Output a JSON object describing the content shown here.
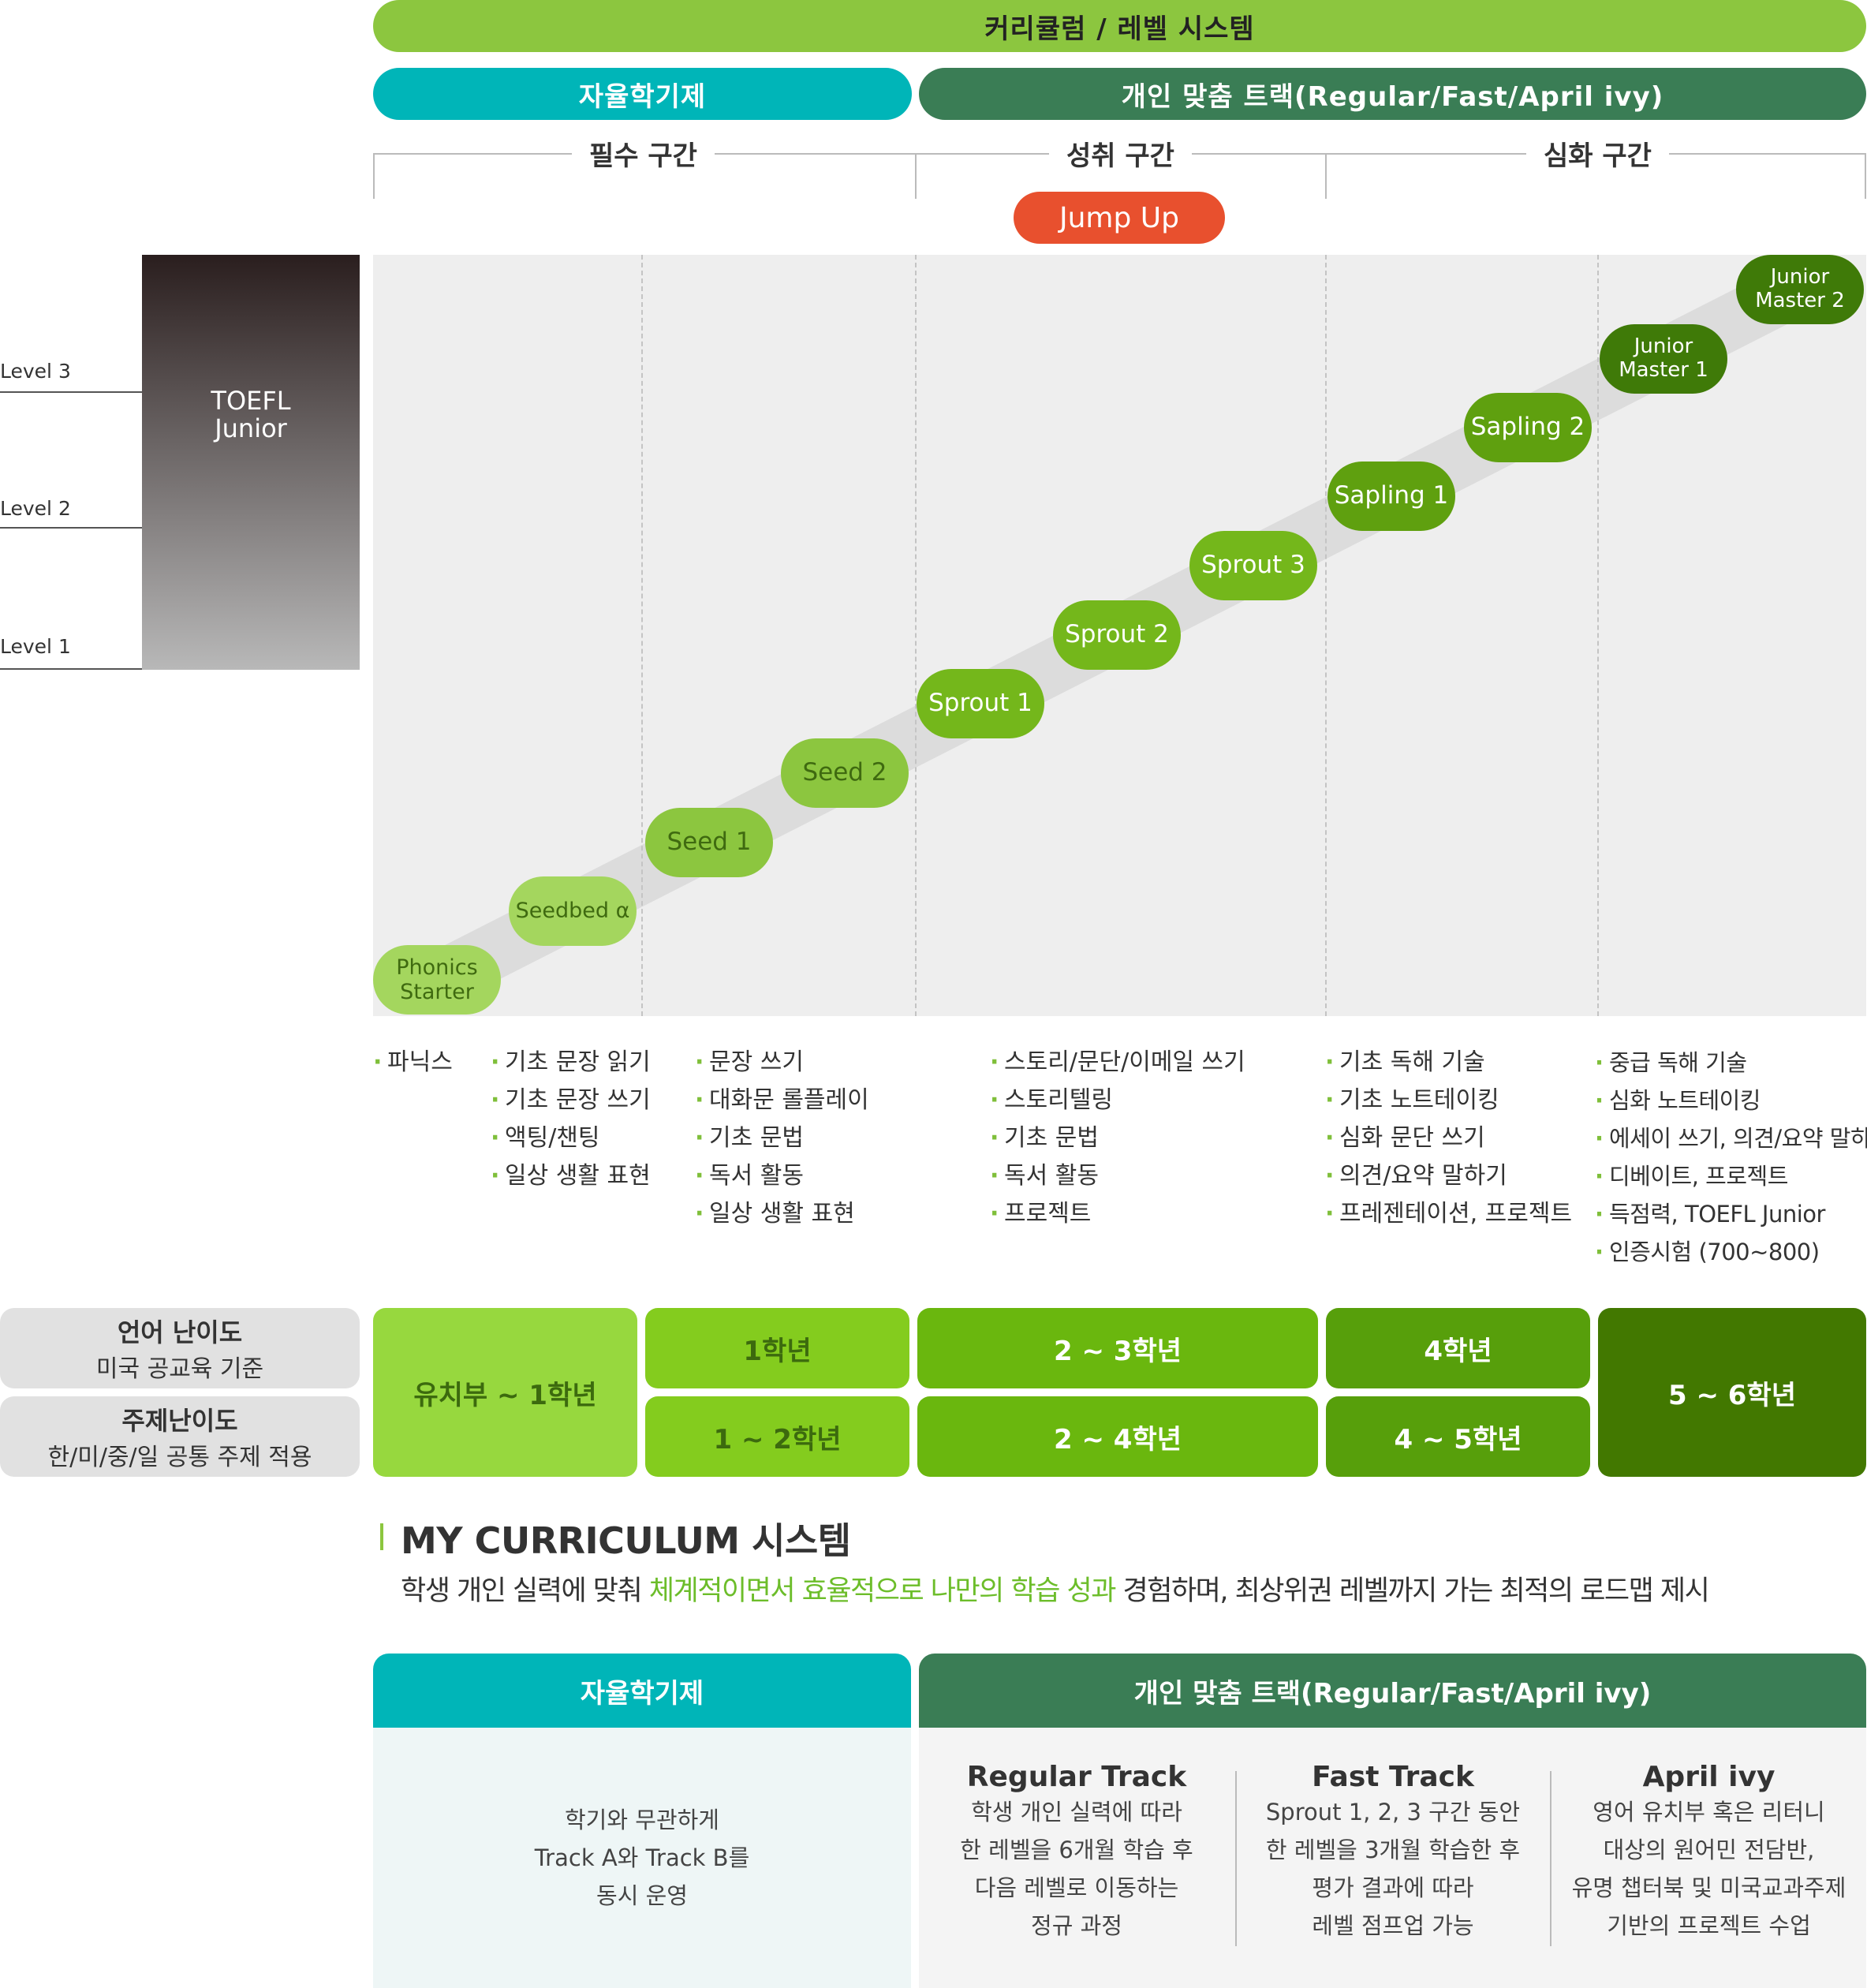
{
  "header": {
    "title": "커리큘럼 / 레벨 시스템",
    "self_paced": "자율학기제",
    "custom_track": "개인 맞춤 트랙(Regular/Fast/April ivy)"
  },
  "sections": {
    "required": "필수 구간",
    "achievement": "성취 구간",
    "advanced": "심화 구간",
    "jump_up": "Jump Up"
  },
  "toefl": {
    "label_line1": "TOEFL",
    "label_line2": "Junior",
    "levels": [
      "Level 3",
      "Level 2",
      "Level 1"
    ]
  },
  "stages": [
    {
      "line1": "Phonics",
      "line2": "Starter"
    },
    {
      "line1": "Seedbed α",
      "line2": ""
    },
    {
      "line1": "Seed 1",
      "line2": ""
    },
    {
      "line1": "Seed 2",
      "line2": ""
    },
    {
      "line1": "Sprout 1",
      "line2": ""
    },
    {
      "line1": "Sprout 2",
      "line2": ""
    },
    {
      "line1": "Sprout 3",
      "line2": ""
    },
    {
      "line1": "Sapling 1",
      "line2": ""
    },
    {
      "line1": "Sapling 2",
      "line2": ""
    },
    {
      "line1": "Junior",
      "line2": "Master 1"
    },
    {
      "line1": "Junior",
      "line2": "Master 2"
    }
  ],
  "skills": {
    "col1": [
      "파닉스"
    ],
    "col2": [
      "기초 문장 읽기",
      "기초 문장 쓰기",
      "액팅/챈팅",
      "일상 생활 표현"
    ],
    "col3": [
      "문장 쓰기",
      "대화문 롤플레이",
      "기초 문법",
      "독서 활동",
      "일상 생활 표현"
    ],
    "col4": [
      "스토리/문단/이메일 쓰기",
      "스토리텔링",
      "기초 문법",
      "독서 활동",
      "프로젝트"
    ],
    "col5": [
      "기초 독해 기술",
      "기초 노트테이킹",
      "심화 문단 쓰기",
      "의견/요약 말하기",
      "프레젠테이션, 프로젝트"
    ],
    "col6": [
      "중급 독해 기술",
      "심화 노트테이킹",
      "에세이 쓰기, 의견/요약 말하기",
      "디베이트, 프로젝트",
      "득점력, TOEFL Junior",
      "인증시험 (700~800)"
    ]
  },
  "difficulty": {
    "language_title": "언어 난이도",
    "language_sub": "미국 공교육 기준",
    "topic_title": "주제난이도",
    "topic_sub": "한/미/중/일 공통 주제 적용",
    "kinder": "유치부 ~ 1학년",
    "lang_row": [
      "1학년",
      "2 ~ 3학년",
      "4학년"
    ],
    "topic_row": [
      "1 ~ 2학년",
      "2 ~ 4학년",
      "4 ~ 5학년"
    ],
    "final": "5 ~ 6학년"
  },
  "my_curriculum": {
    "title": "MY CURRICULUM 시스템",
    "desc_before": "학생 개인 실력에 맞춰 ",
    "desc_highlight": "체계적이면서 효율적으로 나만의 학습 성과",
    "desc_after": " 경험하며, 최상위권 레벨까지 가는 최적의 로드맵 제시"
  },
  "tracks": {
    "self_paced_head": "자율학기제",
    "self_paced_desc": [
      "학기와 무관하게",
      "Track A와 Track B를",
      "동시 운영"
    ],
    "custom_head": "개인 맞춤 트랙(Regular/Fast/April ivy)",
    "regular_title": "Regular Track",
    "regular_desc": [
      "학생 개인 실력에 따라",
      "한 레벨을 6개월 학습 후",
      "다음 레벨로 이동하는",
      "정규 과정"
    ],
    "fast_title": "Fast Track",
    "fast_desc": [
      "Sprout 1, 2, 3 구간 동안",
      "한 레벨을 3개월 학습한 후",
      "평가 결과에 따라",
      "레벨 점프업 가능"
    ],
    "april_title": "April ivy",
    "april_desc": [
      "영어 유치부 혹은 리터니",
      "대상의 원어민 전담반,",
      "유명 챕터북 및 미국교과주제",
      "기반의 프로젝트 수업"
    ]
  },
  "colors": {
    "lime": "#8cc63f",
    "teal": "#00b5b8",
    "dark_green": "#3a7d55",
    "jump_red": "#e8502e",
    "highlight": "#6cbd2a"
  }
}
